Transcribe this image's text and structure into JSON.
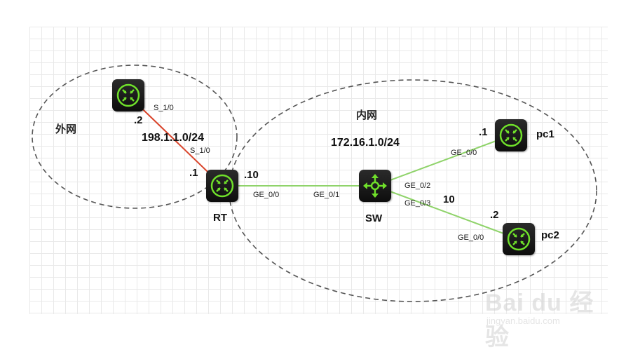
{
  "zones": {
    "wan_label": "外网",
    "lan_label": "内网"
  },
  "networks": {
    "wan_subnet": "198.1.1.0/24",
    "lan_subnet": "172.16.1.0/24"
  },
  "devices": {
    "wan_router": {
      "addr": ".2",
      "port": "S_1/0"
    },
    "rt": {
      "name": "RT",
      "wan_addr": ".1",
      "wan_port": "S_1/0",
      "lan_addr": ".10",
      "lan_port": "GE_0/0"
    },
    "sw": {
      "name": "SW",
      "port_rt": "GE_0/1",
      "port_pc1": "GE_0/2",
      "port_pc2": "GE_0/3"
    },
    "pc1": {
      "name": "pc1",
      "addr": ".1",
      "port": "GE_0/0"
    },
    "pc2": {
      "name": "pc2",
      "addr": ".2",
      "port": "GE_0/0"
    }
  },
  "annotations": {
    "vlan_tag": "10"
  },
  "colors": {
    "wan_link": "#d9442b",
    "lan_link": "#8fd36a",
    "device_glyph": "#6fe02a"
  },
  "icons": {
    "router": "router-icon",
    "switch": "switch-icon"
  },
  "watermark": {
    "brand": "Bai du 经验",
    "url": "jingyan.baidu.com"
  }
}
